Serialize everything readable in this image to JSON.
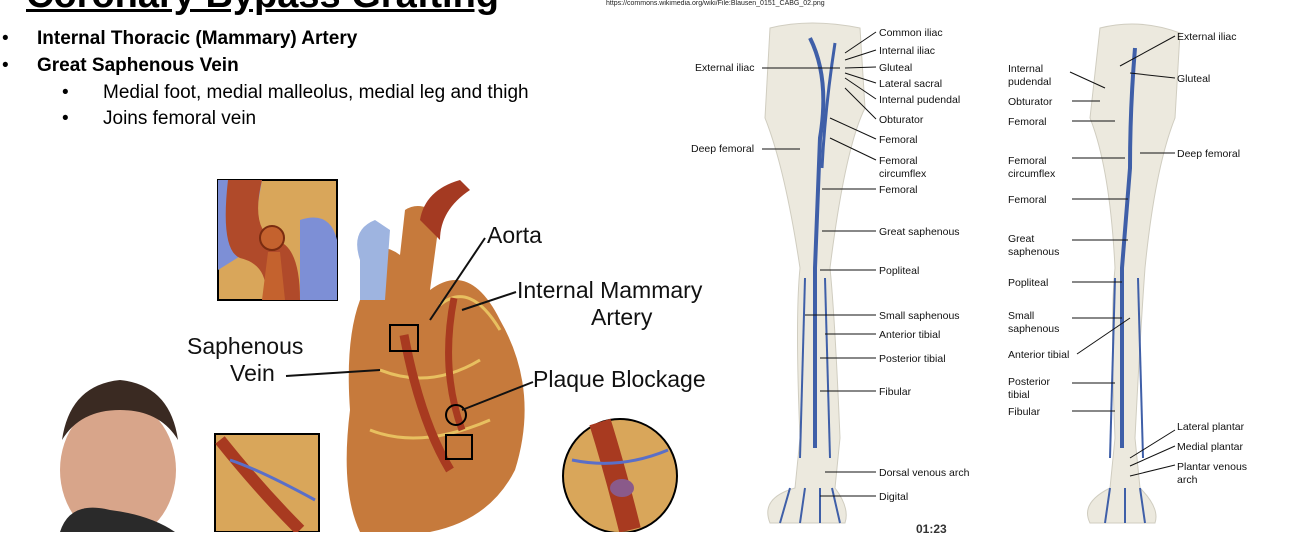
{
  "slide": {
    "title": "Coronary Bypass Grafting",
    "source_url": "https://commons.wikimedia.org/wiki/File:Blausen_0151_CABG_02.png",
    "bullet_glyph": "•",
    "bullets": [
      {
        "text": "Internal Thoracic (Mammary) Artery"
      },
      {
        "text": "Great Saphenous Vein"
      }
    ],
    "sub_bullets": [
      {
        "text": "Medial foot, medial malleolus, medial leg and thigh"
      },
      {
        "text": "Joins femoral vein"
      }
    ],
    "timer": "01:23"
  },
  "heart_illustration": {
    "labels": {
      "aorta": "Aorta",
      "internal_mammary_1": "Internal Mammary",
      "internal_mammary_2": "Artery",
      "saphenous_1": "Saphenous",
      "saphenous_2": "Vein",
      "plaque": "Plaque Blockage"
    }
  },
  "leg_diagram": {
    "left": {
      "left_labels": [
        "External iliac",
        "Deep femoral"
      ],
      "right_labels": [
        "Common iliac",
        "Internal iliac",
        "Gluteal",
        "Lateral sacral",
        "Internal pudendal",
        "Obturator",
        "Femoral",
        "Femoral",
        "circumflex",
        "Femoral",
        "Great saphenous",
        "Popliteal",
        "Small saphenous",
        "Anterior tibial",
        "Posterior tibial",
        "Fibular",
        "Dorsal venous arch",
        "Digital"
      ]
    },
    "right": {
      "left_labels": [
        "Internal",
        "pudendal",
        "Obturator",
        "Femoral",
        "Femoral",
        "circumflex",
        "Femoral",
        "Great",
        "saphenous",
        "Popliteal",
        "Small",
        "saphenous",
        "Anterior tibial",
        "Posterior",
        "tibial",
        "Fibular"
      ],
      "right_labels": [
        "External iliac",
        "Gluteal",
        "Deep femoral",
        "Lateral plantar",
        "Medial plantar",
        "Plantar venous",
        "arch"
      ]
    }
  },
  "colors": {
    "vein_blue": "#3f5fa8",
    "bone": "#e2dfd2",
    "artery_red": "#a8432a",
    "heart": "#c9793f"
  }
}
